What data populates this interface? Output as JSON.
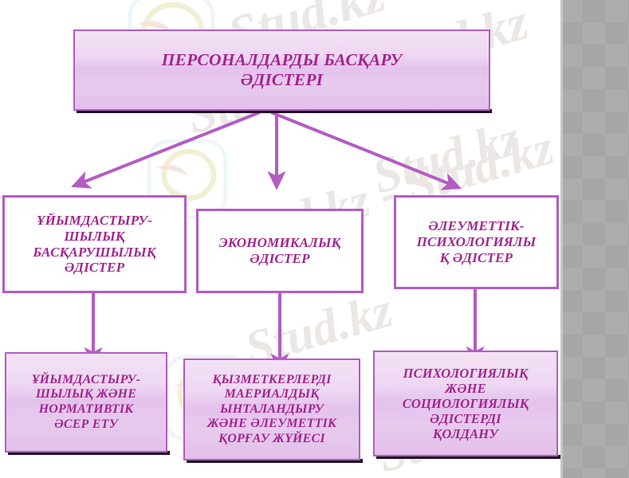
{
  "slide": {
    "background_color": "#ffffff",
    "accent_color": "#b45cc4",
    "text_color": "#a3248e",
    "side_panel_color": "#adadad",
    "watermark_text": "Stud.kz",
    "watermark_text_2": "Stud.kz - Stud.kz"
  },
  "diagram": {
    "type": "hierarchy-flowchart",
    "title_node": {
      "id": "root",
      "label": "ПЕРСОНАЛДАРДЫ БАСҚАРУ ӘДІСТЕРІ",
      "line1": "ПЕРСОНАЛДАРДЫ БАСҚАРУ",
      "line2": "ӘДІСТЕРІ",
      "style": "gradient"
    },
    "level2": [
      {
        "id": "org",
        "label": "ҰЙЫМДАСТЫРУ-ШЫЛЫҚ БАСҚАРУШЫЛЫҚ ӘДІСТЕР",
        "lines": [
          "ҰЙЫМДАСТЫРУ-",
          "ШЫЛЫҚ",
          "БАСҚАРУШЫЛЫҚ",
          "ӘДІСТЕР"
        ],
        "style": "flat"
      },
      {
        "id": "econ",
        "label": "ЭКОНОМИКАЛЫҚ ӘДІСТЕР",
        "lines": [
          "ЭКОНОМИКАЛЫҚ",
          "ӘДІСТЕР"
        ],
        "style": "flat"
      },
      {
        "id": "socpsy",
        "label": "ӘЛЕУМЕТТІК-ПСИХОЛОГИЯЛЫҚ ӘДІСТЕР",
        "lines": [
          "ӘЛЕУМЕТТІК-",
          "ПСИХОЛОГИЯЛЫ",
          "Қ ӘДІСТЕР"
        ],
        "style": "flat"
      }
    ],
    "level3": [
      {
        "id": "org-impact",
        "label": "ҰЙЫМДАСТЫРУ-ШЫЛЫҚ ЖӘНЕ НОРМАТИВТІК ӘСЕР ЕТУ",
        "lines": [
          "ҰЙЫМДАСТЫРУ-",
          "ШЫЛЫҚ ЖӘНЕ",
          "НОРМАТИВТІК",
          "ӘСЕР ЕТУ"
        ],
        "style": "gradient"
      },
      {
        "id": "motivation",
        "label": "ҚЫЗМЕТКЕРЛЕРДІ МАЕРИАЛДЫҚ ЫНТАЛАНДЫРУ ЖӘНЕ ӘЛЕУМЕТТІК ҚОРҒАУ ЖҮЙЕСІ",
        "lines": [
          "ҚЫЗМЕТКЕРЛЕРДІ",
          "МАЕРИАЛДЫҚ",
          "ЫНТАЛАНДЫРУ",
          "ЖӘНЕ ӘЛЕУМЕТТІК",
          "ҚОРҒАУ ЖҮЙЕСІ"
        ],
        "style": "gradient"
      },
      {
        "id": "psy-soc",
        "label": "ПСИХОЛОГИЯЛЫҚ ЖӘНЕ СОЦИОЛОГИЯЛЫҚ ӘДІСТЕРДІ ҚОЛДАНУ",
        "lines": [
          "ПСИХОЛОГИЯЛЫҚ",
          "ЖӘНЕ",
          "СОЦИОЛОГИЯЛЫҚ",
          "ӘДІСТЕРДІ",
          "ҚОЛДАНУ"
        ],
        "style": "gradient"
      }
    ],
    "connections": [
      {
        "from": "root",
        "to": "org",
        "kind": "diagonal-arrow"
      },
      {
        "from": "root",
        "to": "econ",
        "kind": "vertical-arrow"
      },
      {
        "from": "root",
        "to": "socpsy",
        "kind": "diagonal-arrow"
      },
      {
        "from": "org",
        "to": "org-impact",
        "kind": "vertical-arrow"
      },
      {
        "from": "econ",
        "to": "motivation",
        "kind": "vertical-arrow"
      },
      {
        "from": "socpsy",
        "to": "psy-soc",
        "kind": "vertical-arrow"
      }
    ]
  }
}
